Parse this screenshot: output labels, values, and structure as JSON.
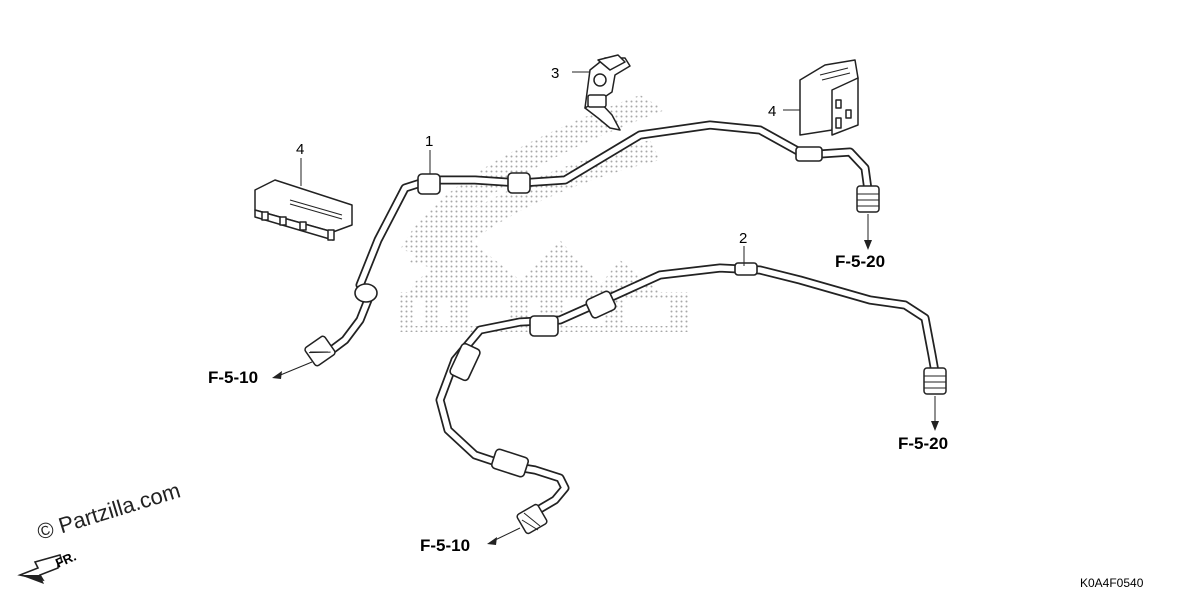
{
  "callouts": {
    "c1": "1",
    "c2": "2",
    "c3": "3",
    "c4a": "4",
    "c4b": "4"
  },
  "references": {
    "f510_upper": "F-5-10",
    "f510_lower": "F-5-10",
    "f520_upper": "F-5-20",
    "f520_lower": "F-5-20"
  },
  "watermark": "© Partzilla.com",
  "direction_label": "FR.",
  "diagram_code": "K0A4F0540",
  "colors": {
    "line": "#222222",
    "background": "#ffffff",
    "logo_dots": "#9a9a9a"
  }
}
